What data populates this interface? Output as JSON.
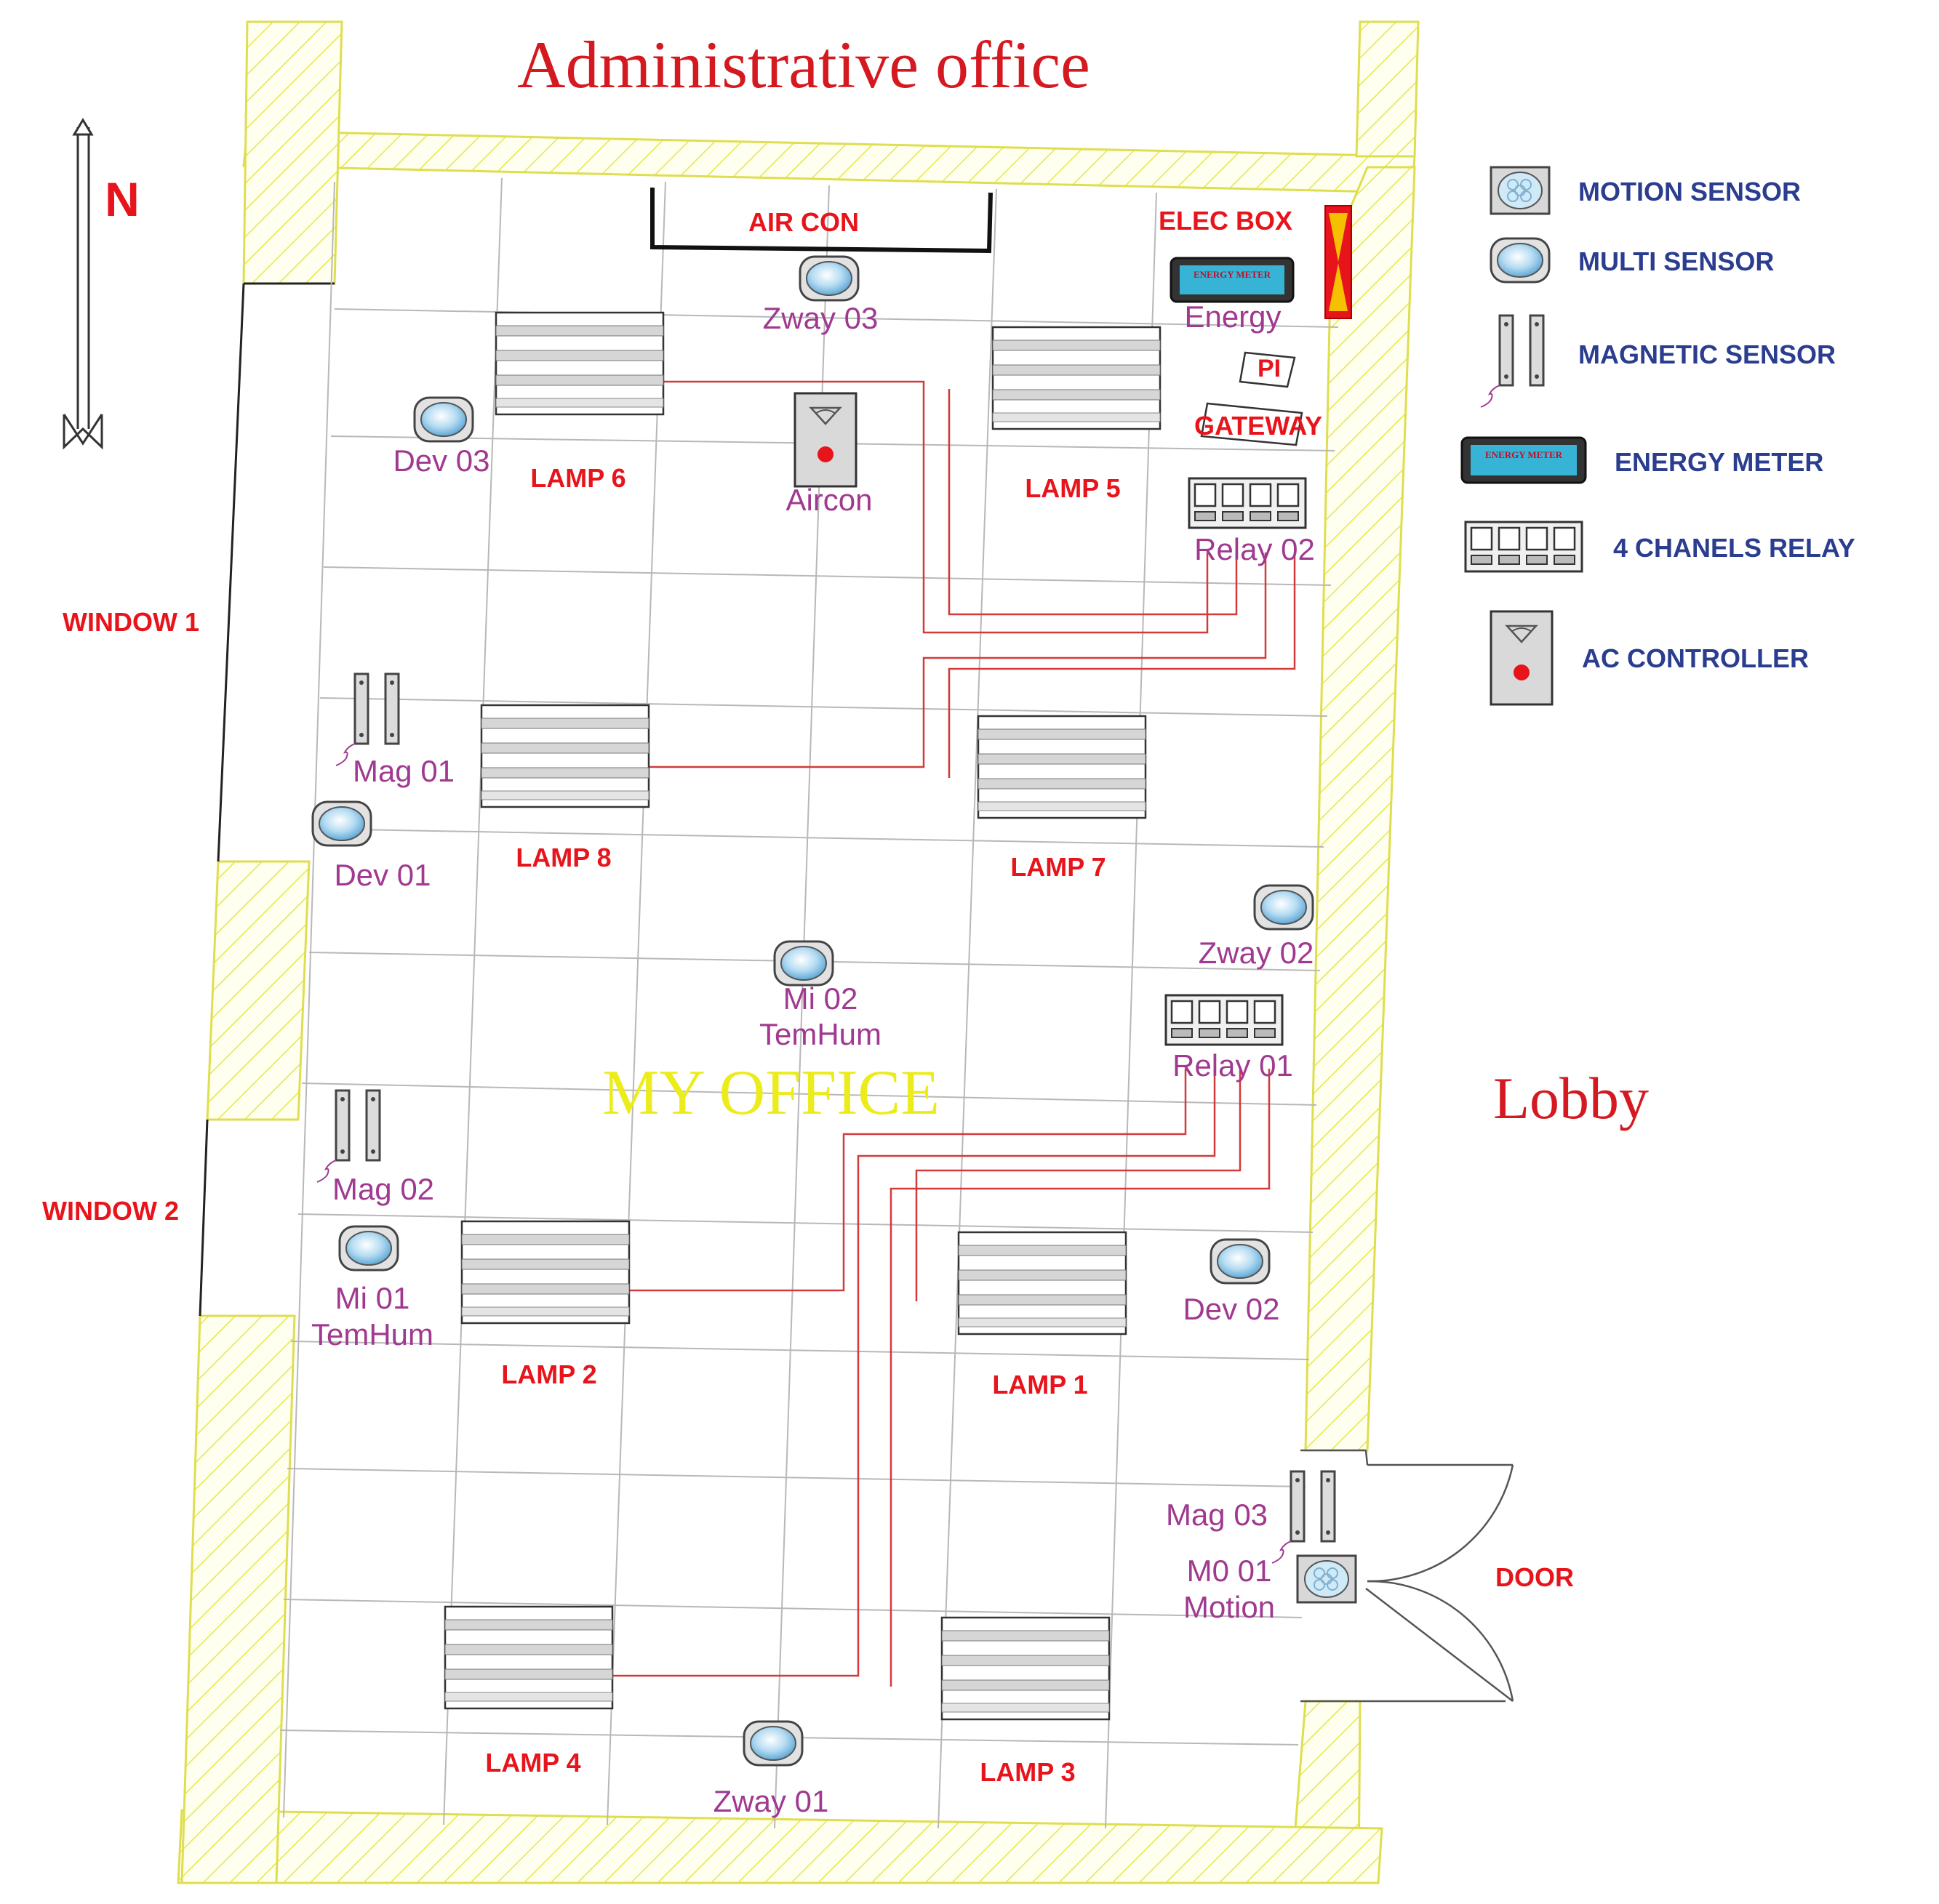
{
  "title": "Administrative office",
  "room_label": "MY OFFICE",
  "lobby_label": "Lobby",
  "north_label": "N",
  "windows": {
    "window1": "WINDOW 1",
    "window2": "WINDOW 2"
  },
  "door_label": "DOOR",
  "aircon_label": "AIR CON",
  "elec_box_label": "ELEC BOX",
  "pi_label": "PI",
  "gateway_label": "GATEWAY",
  "energy_meter_chip": "ENERGY METER",
  "lamps": {
    "lamp1": "LAMP 1",
    "lamp2": "LAMP 2",
    "lamp3": "LAMP 3",
    "lamp4": "LAMP 4",
    "lamp5": "LAMP 5",
    "lamp6": "LAMP 6",
    "lamp7": "LAMP 7",
    "lamp8": "LAMP 8"
  },
  "devices": {
    "zway03": "Zway 03",
    "energy": "Energy",
    "dev03": "Dev 03",
    "aircon": "Aircon",
    "relay02": "Relay 02",
    "mag01": "Mag 01",
    "dev01": "Dev 01",
    "zway02": "Zway 02",
    "mi02_a": "Mi 02",
    "mi02_b": "TemHum",
    "relay01": "Relay 01",
    "mag02": "Mag 02",
    "mi01_a": "Mi 01",
    "mi01_b": "TemHum",
    "dev02": "Dev 02",
    "mag03": "Mag 03",
    "mo01_a": "M0 01",
    "mo01_b": "Motion",
    "zway01": "Zway 01"
  },
  "legend": [
    {
      "label": "MOTION SENSOR",
      "icon": "motion-sensor-icon"
    },
    {
      "label": "MULTI SENSOR",
      "icon": "multi-sensor-icon"
    },
    {
      "label": "MAGNETIC SENSOR",
      "icon": "magnetic-sensor-icon"
    },
    {
      "label": "ENERGY METER",
      "icon": "energy-meter-icon"
    },
    {
      "label": "4 CHANELS RELAY",
      "icon": "relay-icon"
    },
    {
      "label": "AC CONTROLLER",
      "icon": "ac-controller-icon"
    }
  ],
  "colors": {
    "label_red": "#e8141b",
    "device_purple": "#a0398f",
    "legend_blue": "#2a3d8f",
    "wall_yellow": "#eded6a",
    "wire_red": "#d33a3a"
  }
}
